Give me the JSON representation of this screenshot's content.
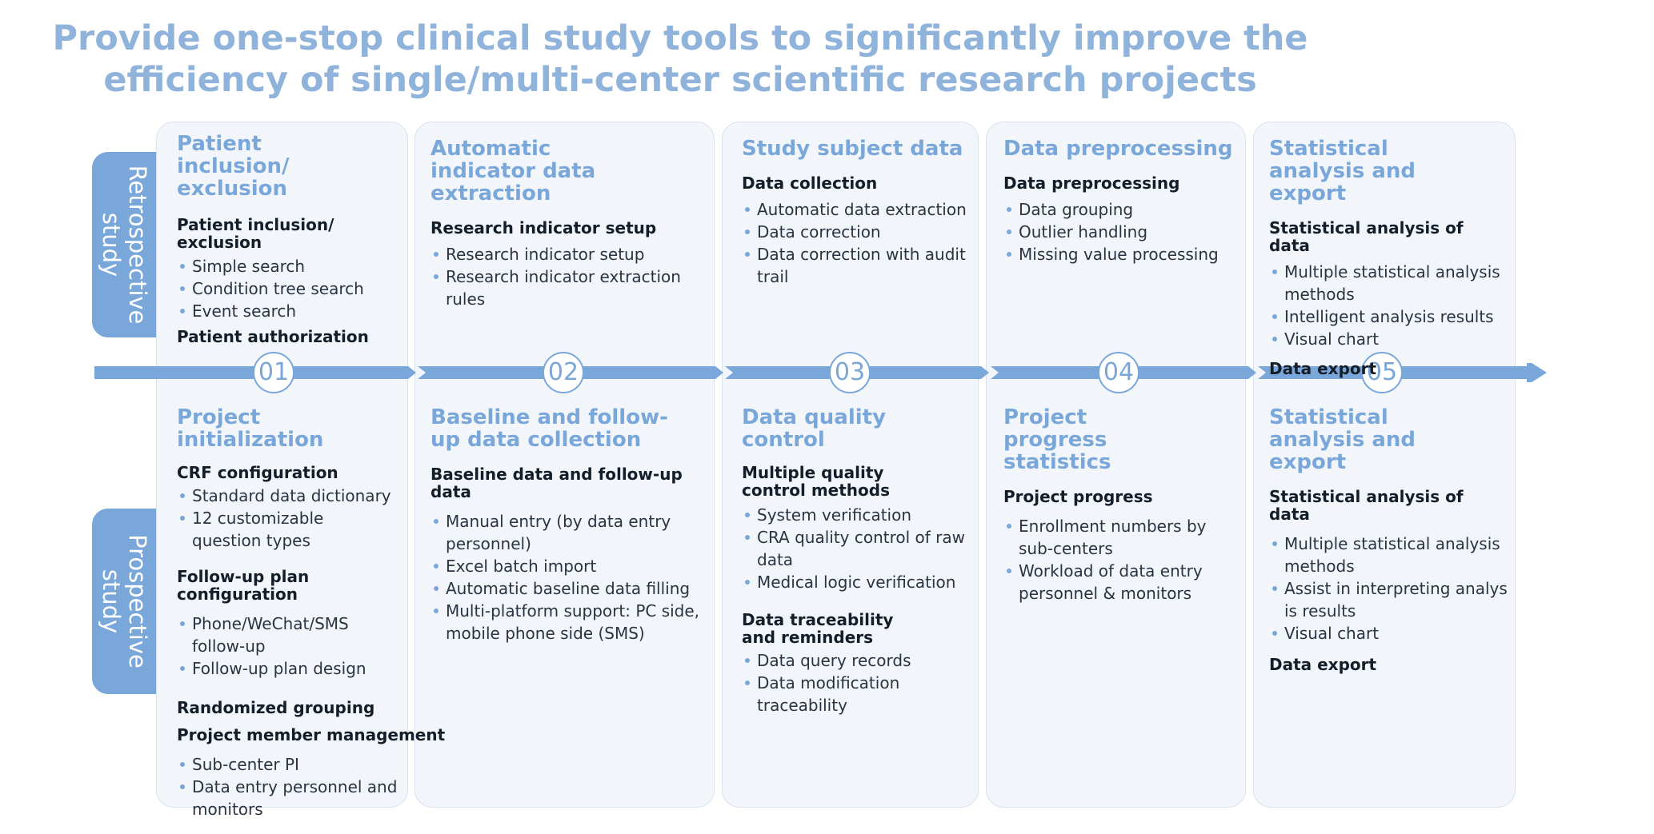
{
  "title": {
    "line1": "Provide one-stop clinical study tools to significantly improve the",
    "line2": "efficiency of single/multi-center scientific research projects"
  },
  "side_labels": {
    "retrospective": "Retrospective study",
    "prospective": "Prospective study"
  },
  "steps": [
    {
      "number": "01",
      "top": {
        "heading": "Patient inclusion/ exclusion",
        "groups": [
          {
            "subheading": "Patient inclusion/ exclusion",
            "items": [
              "Simple search",
              "Condition tree search",
              "Event search"
            ]
          },
          {
            "subheading": "Patient authorization",
            "items": []
          }
        ]
      },
      "bottom": {
        "heading": "Project initialization",
        "groups": [
          {
            "subheading": "CRF configuration",
            "items": [
              "Standard data dictionary",
              "12 customizable question types"
            ]
          },
          {
            "subheading": "Follow-up plan configuration",
            "items": [
              "Phone/WeChat/SMS follow-up",
              "Follow-up plan design"
            ]
          },
          {
            "subheading": "Randomized grouping",
            "items": []
          },
          {
            "subheading": "Project member management",
            "items": [
              "Sub-center PI",
              "Data entry personnel and monitors"
            ]
          }
        ]
      }
    },
    {
      "number": "02",
      "top": {
        "heading": "Automatic indicator data extraction",
        "groups": [
          {
            "subheading": "Research indicator setup",
            "items": [
              "Research indicator setup",
              "Research indicator extraction rules"
            ]
          }
        ]
      },
      "bottom": {
        "heading": "Baseline and follow-up data collection",
        "groups": [
          {
            "subheading": "Baseline data and follow-up data",
            "items": [
              "Manual entry (by data entry personnel)",
              "Excel batch import",
              "Automatic baseline data filling",
              "Multi-platform support: PC side, mobile phone side (SMS)"
            ]
          }
        ]
      }
    },
    {
      "number": "03",
      "top": {
        "heading": "Study subject data",
        "groups": [
          {
            "subheading": "Data collection",
            "items": [
              "Automatic data extraction",
              "Data correction",
              "Data correction with audit trail"
            ]
          }
        ]
      },
      "bottom": {
        "heading": "Data quality control",
        "groups": [
          {
            "subheading": "Multiple quality control methods",
            "items": [
              "System verification",
              "CRA quality control of raw data",
              "Medical logic verification"
            ]
          },
          {
            "subheading": "Data traceability and reminders",
            "items": [
              "Data query records",
              "Data modification traceability"
            ]
          }
        ]
      }
    },
    {
      "number": "04",
      "top": {
        "heading": "Data preprocessing",
        "groups": [
          {
            "subheading": "Data preprocessing",
            "items": [
              "Data grouping",
              "Outlier handling",
              "Missing value processing"
            ]
          }
        ]
      },
      "bottom": {
        "heading": "Project progress statistics",
        "groups": [
          {
            "subheading": "Project progress",
            "items": [
              "Enrollment numbers by sub-centers",
              "Workload of data entry personnel & monitors"
            ]
          }
        ]
      }
    },
    {
      "number": "05",
      "top": {
        "heading": "Statistical analysis and export",
        "groups": [
          {
            "subheading": "Statistical analysis of data",
            "items": [
              "Multiple statistical analysis methods",
              "Intelligent analysis results",
              "Visual chart"
            ]
          },
          {
            "subheading": "Data export",
            "items": []
          }
        ]
      },
      "bottom": {
        "heading": "Statistical analysis and export",
        "groups": [
          {
            "subheading": "Statistical analysis of data",
            "items": [
              "Multiple statistical analysis methods",
              "Assist in interpreting analys is results",
              "Visual chart"
            ]
          },
          {
            "subheading": "Data export",
            "items": []
          }
        ]
      }
    }
  ],
  "colors": {
    "accent": "#7aa7da",
    "title": "#8fb3da",
    "panel": "#f2f6fb"
  }
}
